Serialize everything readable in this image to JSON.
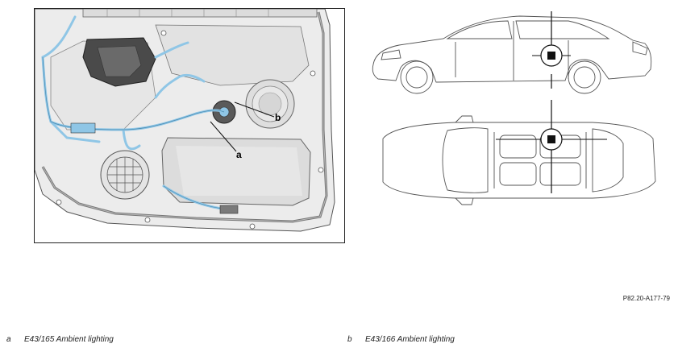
{
  "figure_ref": "P82.20-A177-79",
  "callouts": {
    "a": "a",
    "b": "b"
  },
  "legend": [
    {
      "letter": "a",
      "text": "E43/165 Ambient lighting"
    },
    {
      "letter": "b",
      "text": "E43/166 Ambient lighting"
    }
  ],
  "colors": {
    "wiring": "#8fc6e6",
    "line": "#333333",
    "panel": "#e9e9e9"
  }
}
